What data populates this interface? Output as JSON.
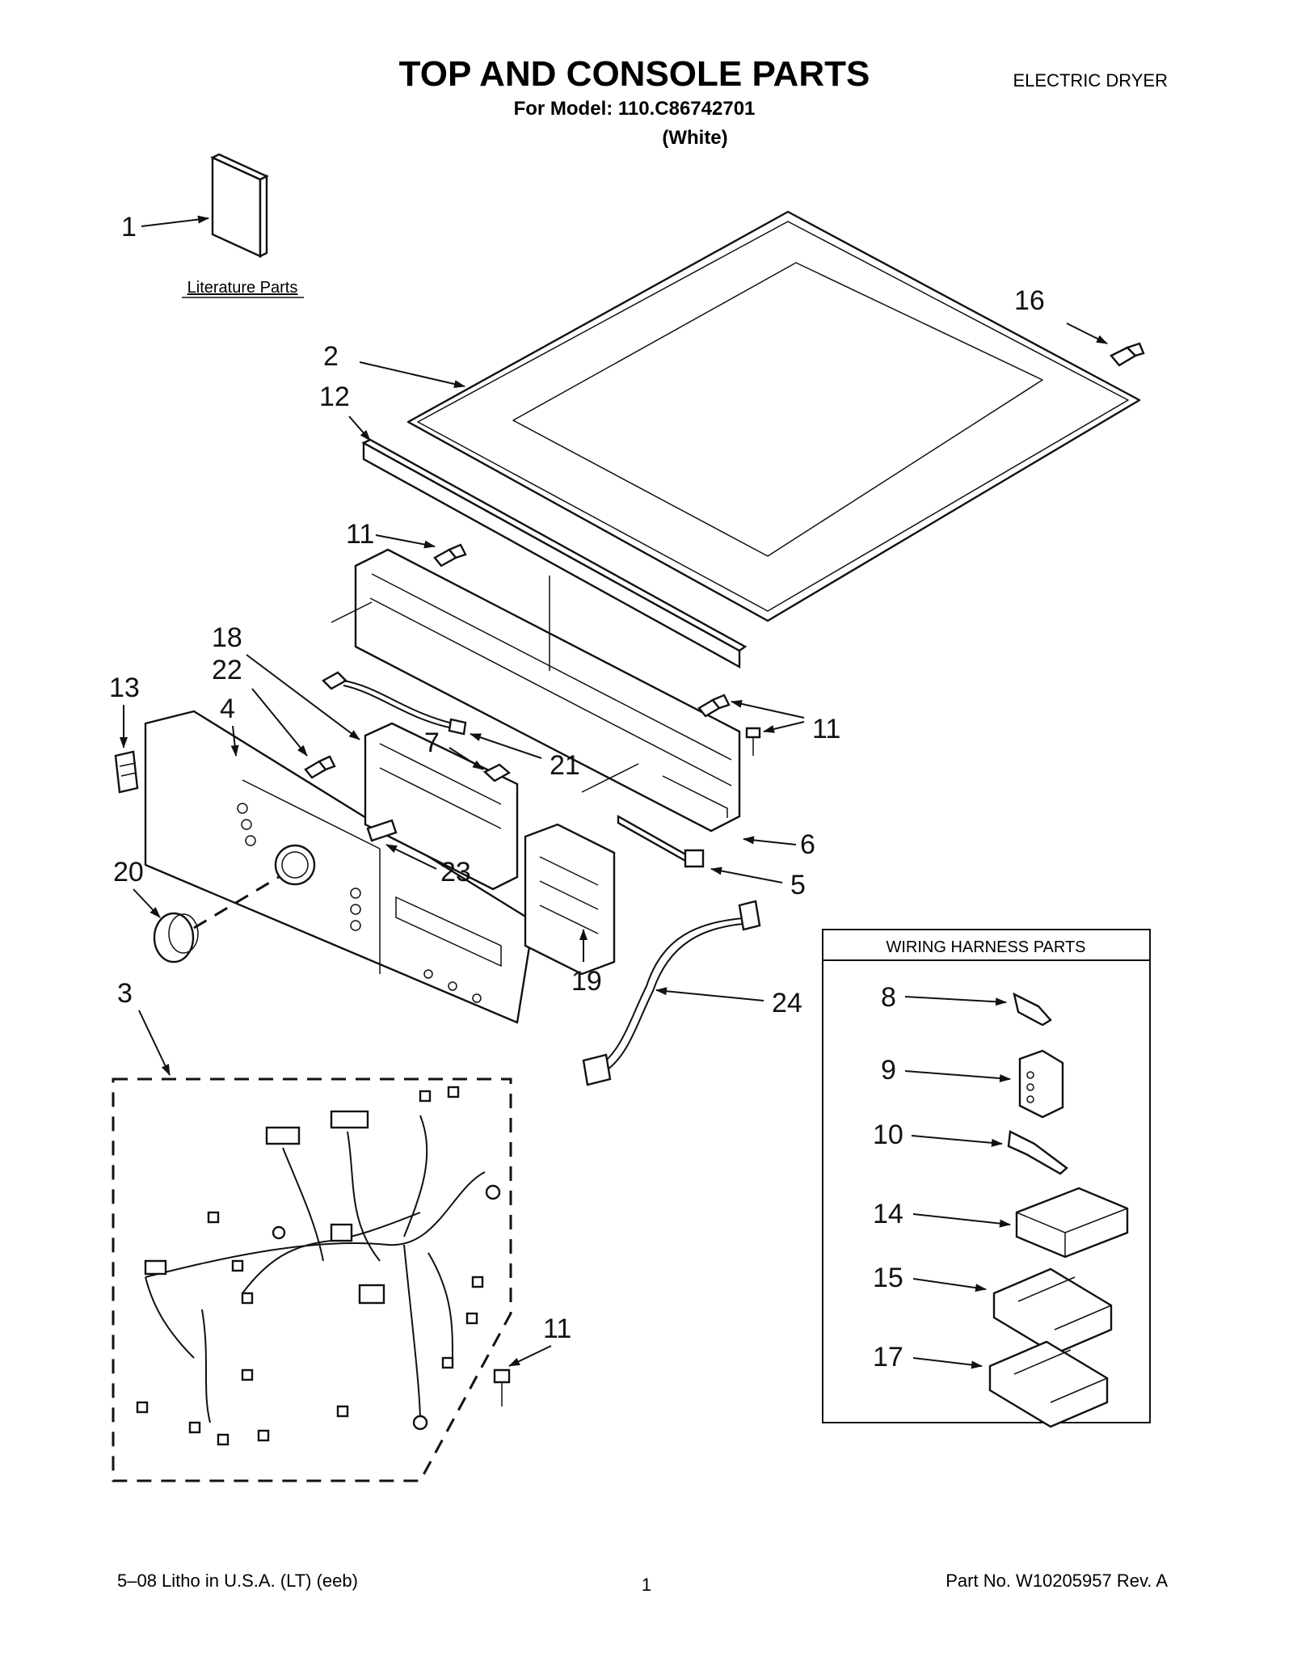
{
  "header": {
    "title": "TOP AND CONSOLE PARTS",
    "subtitle_model": "For Model: 110.C86742701",
    "subtitle_color": "(White)",
    "product_type": "ELECTRIC DRYER"
  },
  "literature_label": "Literature Parts",
  "wiring_box": {
    "title": "WIRING HARNESS PARTS",
    "callouts": [
      "8",
      "9",
      "10",
      "14",
      "15",
      "17"
    ]
  },
  "callouts": {
    "c1": "1",
    "c2": "2",
    "c3": "3",
    "c4": "4",
    "c5": "5",
    "c6": "6",
    "c7": "7",
    "c11a": "11",
    "c11b": "11",
    "c11c": "11",
    "c12": "12",
    "c13": "13",
    "c16": "16",
    "c18": "18",
    "c19": "19",
    "c20": "20",
    "c21": "21",
    "c22": "22",
    "c23": "23",
    "c24": "24"
  },
  "footer": {
    "left": "5–08 Litho in U.S.A. (LT) (eeb)",
    "page": "1",
    "right": "Part No. W10205957 Rev. A"
  }
}
